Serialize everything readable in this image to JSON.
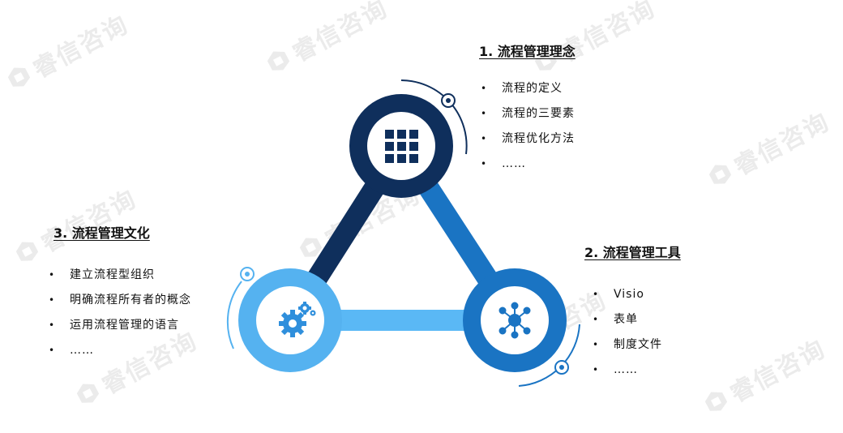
{
  "watermark_text": "睿信咨询",
  "colors": {
    "dark_navy": "#0f2f5c",
    "mid_blue": "#1a6fbb",
    "light_blue": "#55b2f0",
    "accent_line": "#2f8fdc"
  },
  "sections": [
    {
      "title": "1. 流程管理理念",
      "icon": "grid-icon",
      "items": [
        "流程的定义",
        "流程的三要素",
        "流程优化方法",
        "……"
      ]
    },
    {
      "title": "2. 流程管理工具",
      "icon": "network-icon",
      "items": [
        "Visio",
        "表单",
        "制度文件",
        "……"
      ]
    },
    {
      "title": "3. 流程管理文化",
      "icon": "gears-icon",
      "items": [
        "建立流程型组织",
        "明确流程所有者的概念",
        "运用流程管理的语言",
        "……"
      ]
    }
  ]
}
